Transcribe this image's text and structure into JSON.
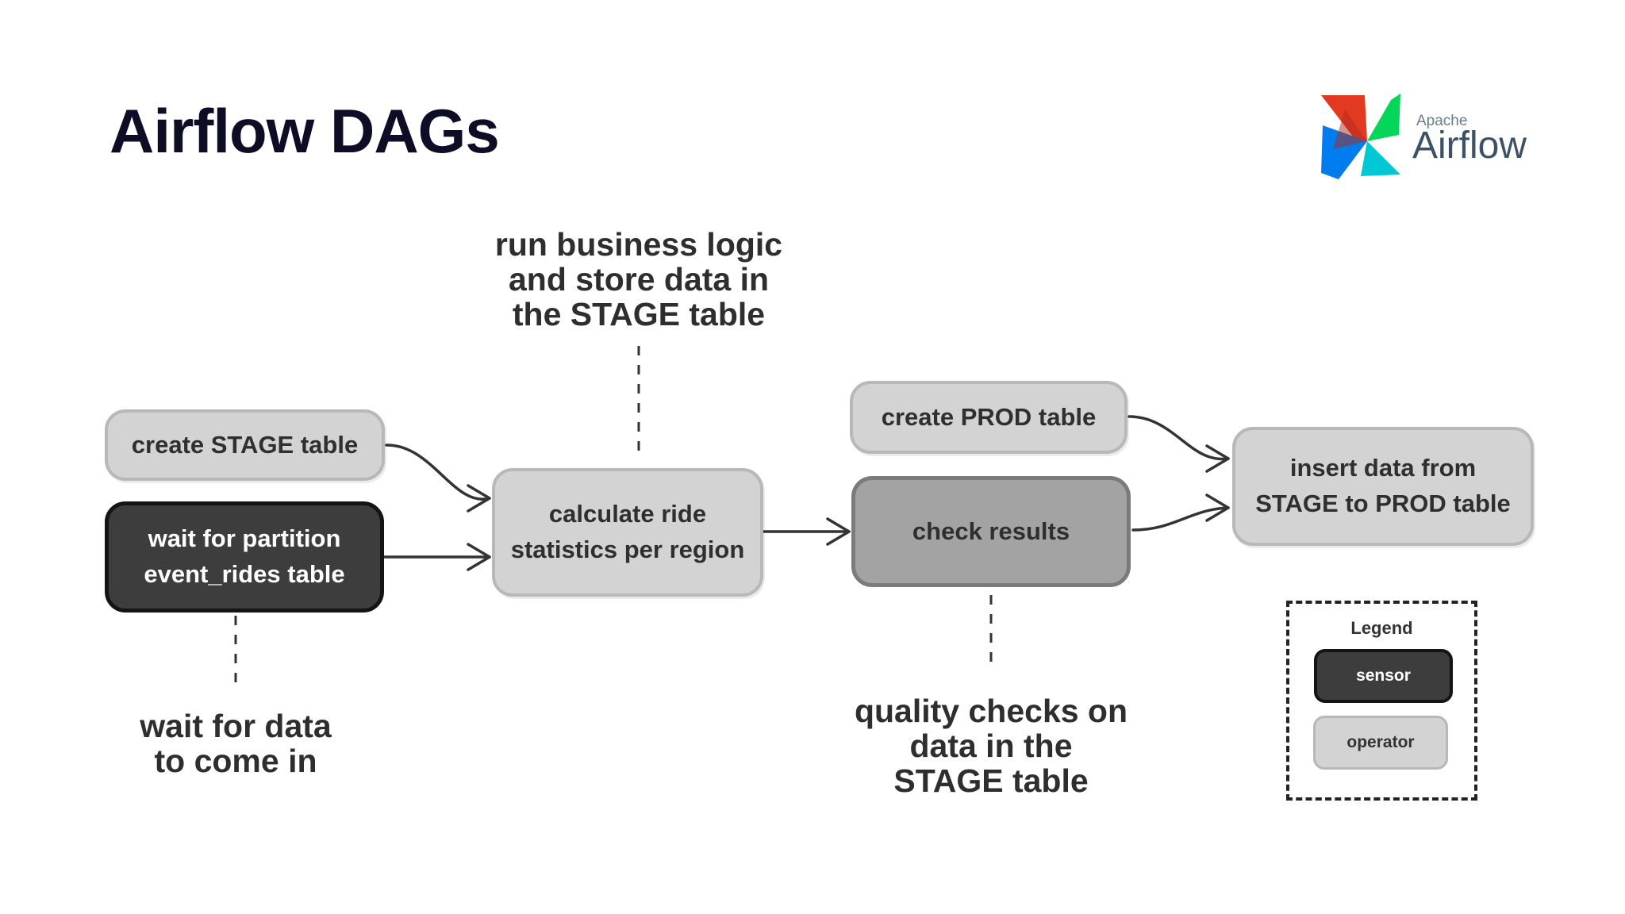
{
  "header": {
    "title": "Airflow DAGs"
  },
  "logo": {
    "line1": "Apache",
    "line2": "Airflow",
    "colors": [
      "#e43921",
      "#00c7d4",
      "#017cee",
      "#04d659"
    ]
  },
  "nodes": {
    "create_stage": {
      "label": "create STAGE table",
      "kind": "operator"
    },
    "wait_partition": {
      "line1": "wait for partition",
      "line2": "event_rides table",
      "kind": "sensor"
    },
    "calc_stats": {
      "line1": "calculate ride",
      "line2": "statistics per region",
      "kind": "operator"
    },
    "create_prod": {
      "label": "create PROD table",
      "kind": "operator"
    },
    "check_results": {
      "label": "check results",
      "kind": "operator"
    },
    "insert_data": {
      "line1": "insert data from",
      "line2": "STAGE to PROD table",
      "kind": "operator"
    }
  },
  "annotations": {
    "business_logic": [
      "run business logic",
      "and store data in",
      "the STAGE table"
    ],
    "wait_data": [
      "wait for data",
      "to come in"
    ],
    "quality_checks": [
      "quality checks on",
      "data in the",
      "STAGE table"
    ]
  },
  "legend": {
    "title": "Legend",
    "sensor": "sensor",
    "operator": "operator"
  },
  "edges": [
    [
      "create_stage",
      "calc_stats"
    ],
    [
      "wait_partition",
      "calc_stats"
    ],
    [
      "calc_stats",
      "check_results"
    ],
    [
      "create_prod",
      "insert_data"
    ],
    [
      "check_results",
      "insert_data"
    ]
  ],
  "colors": {
    "operator_fill": "#d3d3d3",
    "sensor_fill": "#3d3d3d",
    "check_fill": "#a3a3a3",
    "title": "#0d0d26"
  }
}
